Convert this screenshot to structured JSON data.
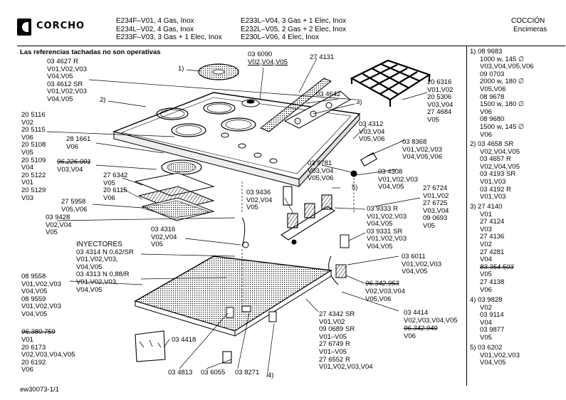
{
  "header": {
    "brand": "CORCHO",
    "models_col1": [
      "E234F–V01, 4 Gas, Inox",
      "E234L–V02, 4 Gas, Inox",
      "E233F–V03, 3 Gas + 1 Elec, Inox"
    ],
    "models_col2": [
      "E233L–V04, 3 Gas + 1 Elec, Inox",
      "E232L–V05, 2 Gas + 2 Elec, Inox",
      "E230L–V06, 4 Elec, Inox"
    ],
    "category": "COCCIÓN",
    "subcategory": "Encimeras"
  },
  "note": "Las referencias tachadas no son  operativas",
  "footer": "ew30073-1/1",
  "callouts": [
    "1)",
    "2)",
    "3)",
    "4)",
    "5)"
  ],
  "labels": {
    "l_034627": [
      "03 4627 R",
      "V01,V02,V03",
      "V04,V05",
      "03 4612 SR",
      "V01,V02,V03",
      "V04,V05"
    ],
    "l_036090": [
      "03 6090",
      "V02,V04,V05"
    ],
    "l_274131": [
      "27 4131"
    ],
    "l_034642": [
      "03 4642"
    ],
    "l_206316": [
      "20 6316",
      "V01,V02",
      "20 5306",
      "V03,V04",
      "27 4684",
      "V05"
    ],
    "l_205116": [
      "20 5116",
      "V02",
      "20 5115",
      "V06",
      "20 5108",
      "V05",
      "20 5109",
      "V04",
      "20 5122",
      "V01",
      "20 5129",
      "V03"
    ],
    "l_281661": [
      "28 1661",
      "V06"
    ],
    "l_96226": [
      "96.226.001"
    ],
    "l_96226_v": [
      "V03,V04"
    ],
    "l_276342": [
      "27 6342",
      "V05",
      "20 6115",
      "V06"
    ],
    "l_275958": [
      "27 5958",
      "V05,V06"
    ],
    "l_039428": [
      "03 9428",
      "V02,V04",
      "V05"
    ],
    "l_034316": [
      "03 4316",
      "V02,V04",
      "V05"
    ],
    "l_inyectores": [
      "INYECTORES",
      "03 4314 N 0,62/SR",
      "V01,V02,V03,",
      "V04,V05",
      "03 4313 N 0,88/R",
      "V01,V02,V03,",
      "V04,V05"
    ],
    "l_089558": [
      "08 9558",
      "V01,V02,V03",
      "V04,V05",
      "08 9559",
      "V01,V02,V03",
      "V04,V05"
    ],
    "l_96380": [
      "96.380.759"
    ],
    "l_96380_v": [
      "V01",
      "20 6173",
      "V02,V03,V04,V05",
      "20 6192",
      "V06"
    ],
    "l_034418": [
      "03 4418"
    ],
    "l_bottom": [
      "03 4813",
      "03 6055",
      "03 8271"
    ],
    "l_034312": [
      "03 4312",
      "V03,V04",
      "V05,V06"
    ],
    "l_038368": [
      "03 8368",
      "V01,V02,V03",
      "V04,V05,V06"
    ],
    "l_039781": [
      "03 9781",
      "V03,V04",
      "V05,V06"
    ],
    "l_034308": [
      "03 4308",
      "V01,V02,V03",
      "V04,V05"
    ],
    "l_039436": [
      "03 9436",
      "V02,V04",
      "V05"
    ],
    "l_276724": [
      "27 6724",
      "V01,V02",
      "27 6725",
      "V03,V04",
      "09 0693",
      "V05"
    ],
    "l_039333": [
      "03 9333 R",
      "V01,V02,V03",
      "V04,V05",
      "03 9331 SR",
      "V01,V02,V03",
      "V04,V05"
    ],
    "l_036011": [
      "03 6011",
      "V01,V02,V03",
      "V04,V05"
    ],
    "l_96342953": [
      "96.342.953"
    ],
    "l_96342953_v": [
      "V02,V03,V04",
      "V05,V06"
    ],
    "l_034414": [
      "03 4414",
      "V02,V03,V04,V05"
    ],
    "l_96342949": [
      "96.342.949"
    ],
    "l_96342949_v": [
      "V06"
    ],
    "l_274342": [
      "27 4342 SR",
      "V01,V02",
      "09 0689 SR",
      "V01–V05",
      "27 6749 R",
      "V01–V05",
      "27 6552 R",
      "V01,V02,V03,V04"
    ]
  },
  "side_list": {
    "s1": [
      "1) 08 9683",
      "1000 w, 145 ∅",
      "V03,V04,V05,V06",
      "09 0703",
      "2000 w, 180 ∅",
      "V05,V06",
      "08 9678",
      "1500 w, 180 ∅",
      "V06",
      "08 9680",
      "1500 w, 145 ∅",
      "V06"
    ],
    "s2": [
      "2) 03 4658 SR",
      "V02,V04,V05",
      "03 4657 R",
      "V02,V04,V05",
      "03 4193 SR",
      "V01,V03",
      "03 4192 R",
      "V01,V03"
    ],
    "s3": [
      "3) 27 4140",
      "V01",
      "27 4124",
      "V03",
      "27 4136",
      "V02",
      "27 4281",
      "V04"
    ],
    "s3_struck": "83.354.503",
    "s3b": [
      "V05",
      "27 4138",
      "V06"
    ],
    "s4": [
      "4) 03 9828",
      "V02",
      "03 9114",
      "V04",
      "03 9877",
      "V05"
    ],
    "s5": [
      "5) 03 6202",
      "V01,V02,V03",
      "V04,V05"
    ]
  }
}
